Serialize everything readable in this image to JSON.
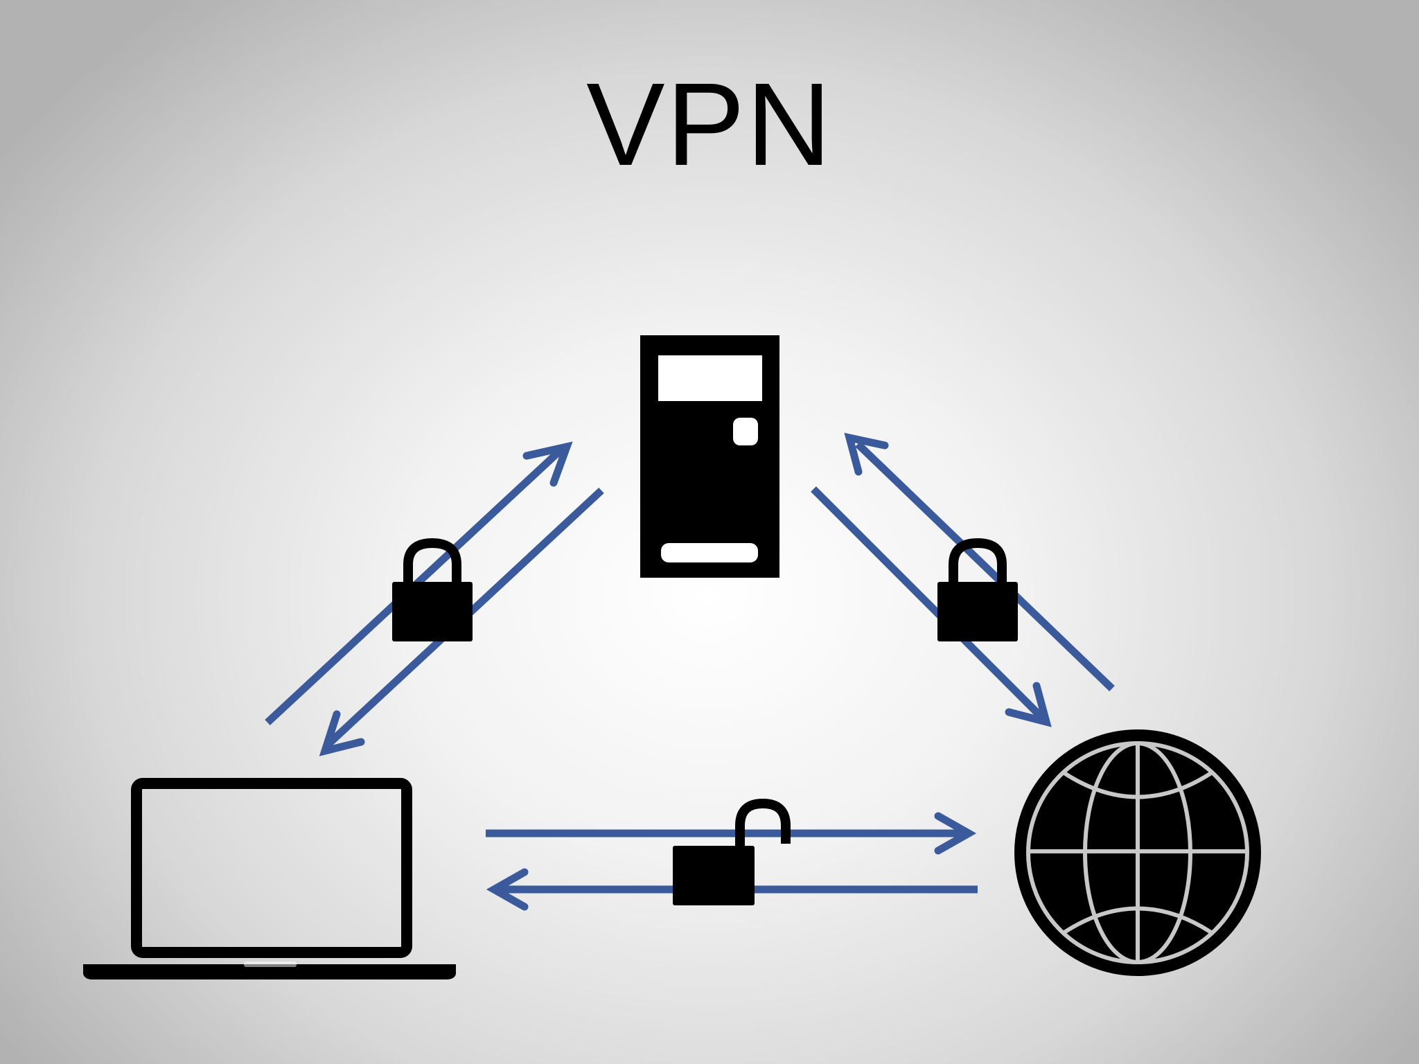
{
  "title": "VPN",
  "colors": {
    "arrow": "#3a5a9b",
    "icon": "#000000",
    "background_center": "#ffffff",
    "background_edge": "#b2b2b2"
  },
  "nodes": [
    {
      "name": "laptop",
      "icon": "laptop-icon"
    },
    {
      "name": "vpn-server",
      "icon": "server-icon"
    },
    {
      "name": "internet",
      "icon": "globe-icon"
    }
  ],
  "links": [
    {
      "from": "laptop",
      "to": "vpn-server",
      "lock": "locked",
      "lock_icon": "padlock-closed-icon"
    },
    {
      "from": "vpn-server",
      "to": "internet",
      "lock": "locked",
      "lock_icon": "padlock-closed-icon"
    },
    {
      "from": "laptop",
      "to": "internet",
      "lock": "unlocked",
      "lock_icon": "padlock-open-icon"
    }
  ]
}
